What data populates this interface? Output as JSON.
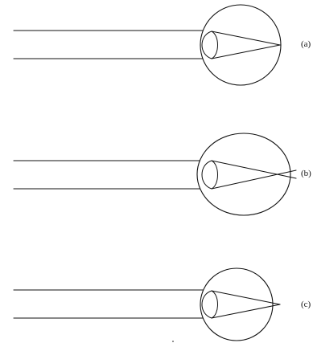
{
  "panels": [
    {
      "label": "(a)"
    },
    {
      "label": "(b)"
    },
    {
      "label": "(c)"
    }
  ],
  "colors": {
    "line": "#111111",
    "background": "#ffffff"
  }
}
